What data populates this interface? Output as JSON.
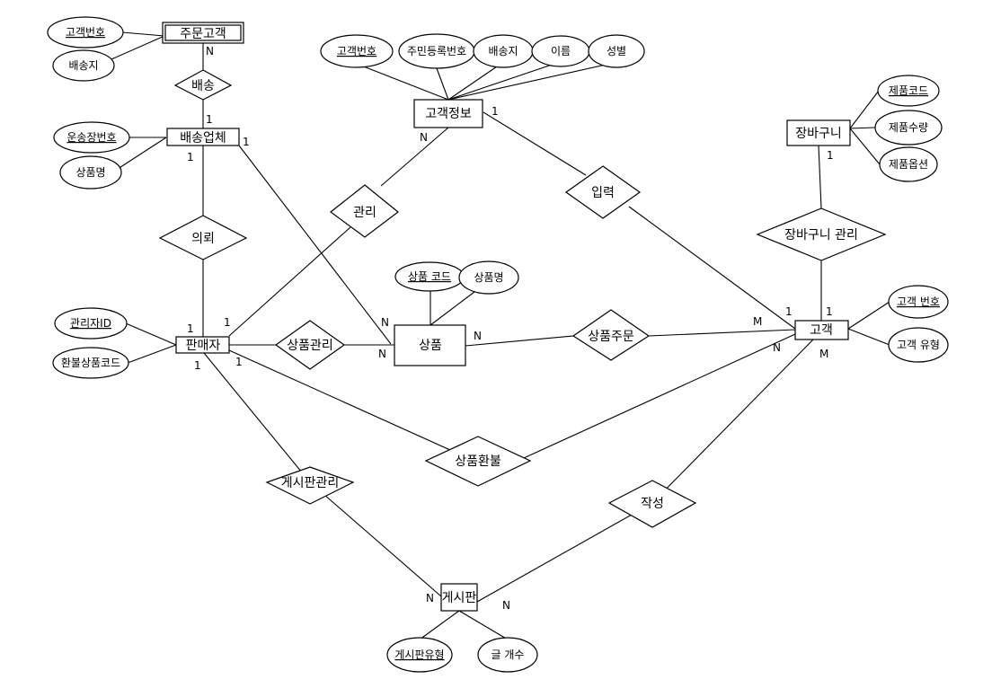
{
  "entities": {
    "order_customer": "주문고객",
    "delivery_company": "배송업체",
    "customer_info": "고객정보",
    "cart": "장바구니",
    "seller": "판매자",
    "product": "상품",
    "customer": "고객",
    "board": "게시판"
  },
  "relationships": {
    "delivery": "배송",
    "request": "의뢰",
    "manage_info": "관리",
    "input": "입력",
    "cart_manage": "장바구니 관리",
    "product_manage": "상품관리",
    "product_order": "상품주문",
    "product_refund": "상품환불",
    "board_manage": "게시판관리",
    "write": "작성"
  },
  "attributes": {
    "oc_customer_no": "고객번호",
    "oc_address": "배송지",
    "waybill_no": "운송장번호",
    "dc_product_name": "상품명",
    "ci_customer_no": "고객번호",
    "ci_resident_no": "주민등록번호",
    "ci_address": "배송지",
    "ci_name": "이름",
    "ci_gender": "성별",
    "cart_product_code": "제품코드",
    "cart_quantity": "제품수량",
    "cart_option": "제품옵션",
    "seller_id": "관리자ID",
    "refund_code": "환불상품코드",
    "product_code": "상품 코드",
    "product_name": "상품명",
    "customer_no": "고객 번호",
    "customer_type": "고객 유형",
    "board_type": "게시판유형",
    "post_count": "글 개수"
  },
  "cardinalities": {
    "oc_n": "N",
    "dc_1_top": "1",
    "dc_1_bottom": "1",
    "dc_1_right": "1",
    "ci_1": "1",
    "ci_n": "N",
    "cart_1": "1",
    "seller_1_top": "1",
    "seller_1_upright": "1",
    "seller_1_right": "1",
    "seller_1_bottom": "1",
    "product_n_top": "N",
    "product_n_left": "N",
    "product_n_right": "N",
    "customer_m_left": "M",
    "customer_1_a": "1",
    "customer_1_b": "1",
    "customer_n": "N",
    "customer_m_bottom": "M",
    "board_n_left": "N",
    "board_n_right": "N"
  }
}
